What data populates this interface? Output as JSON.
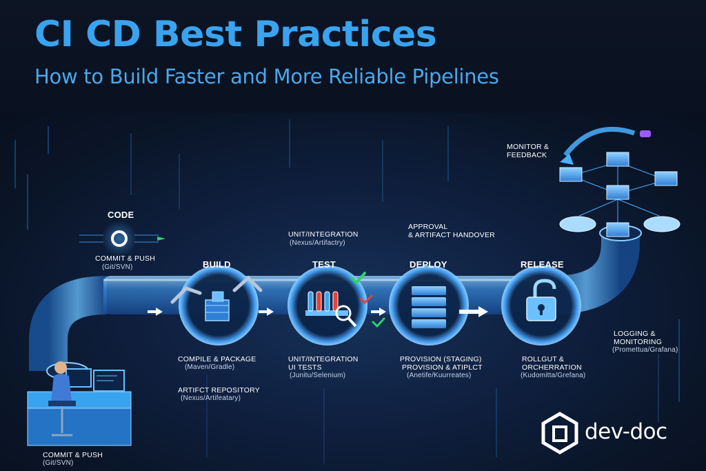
{
  "header": {
    "title": "CI CD Best Practices",
    "subtitle": "How to Build Faster and More Reliable Pipelines"
  },
  "stages": {
    "code": {
      "label": "CODE",
      "sub1": "COMMIT & PUSH",
      "sub2": "(Git/SVN)"
    },
    "build": {
      "label": "BUILD",
      "sub1": "COMPILE & PACKAGE",
      "sub2": "(Maven/Gradle)",
      "sub3": "ARTIFCT REPOSITORY",
      "sub4": "(Nexus/Artifeatary)"
    },
    "test": {
      "label": "TEST",
      "top1": "UNIT/INTEGRATION",
      "top2": "(Nexus/Artifactry)",
      "sub1": "UNIT/INTEGRATION",
      "sub2": "UI TESTS",
      "sub3": "(Junitu/Selenium)"
    },
    "deploy": {
      "label": "DEPLOY",
      "top1": "APPROVAL",
      "top2": "& ARTIFACT HANDOVER",
      "sub1": "PROVISION (STAGING)",
      "sub2": "PROVISION & ATIPLCT",
      "sub3": "(Anetife/Kuurreates)"
    },
    "release": {
      "label": "RELEASE",
      "sub1": "ROLLGUT &",
      "sub2": "ORCHERRATION",
      "sub3": "(Kudomitta/Grefana)"
    },
    "monitor": {
      "label1": "MONITOR &",
      "label2": "FEEDBACK",
      "sub1": "LOGGING &",
      "sub2": "MONITORING",
      "sub3": "(Promettua/Grafana)"
    }
  },
  "footer": {
    "commit1": "COMMIT & PUSH",
    "commit2": "(Git/SVN)"
  },
  "brand": {
    "name": "dev-doc"
  },
  "colors": {
    "accent": "#3aa3f0",
    "pipe": "#3a8ee6",
    "check": "#2fd16a",
    "tick_red": "#e8403a"
  }
}
